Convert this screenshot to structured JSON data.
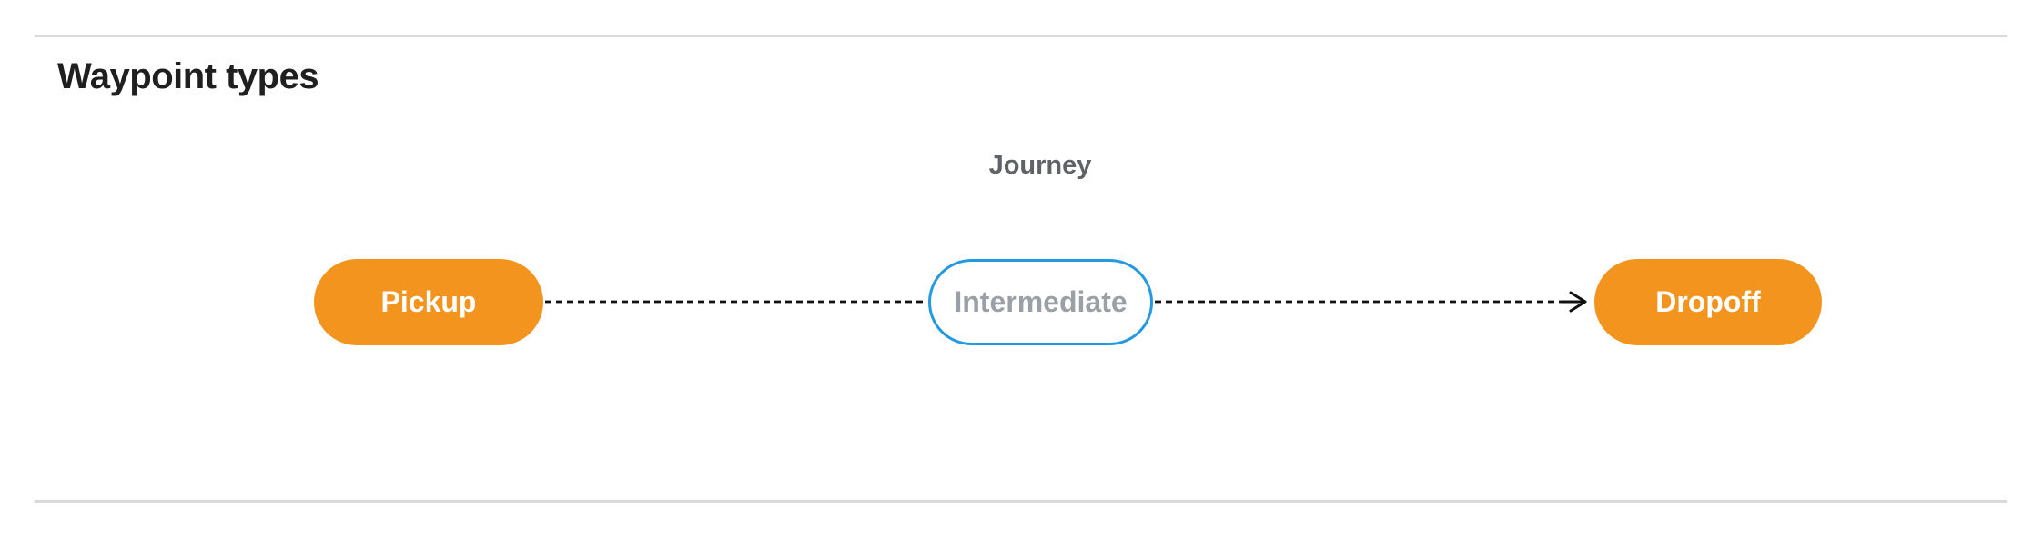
{
  "panel": {
    "title": "Waypoint types"
  },
  "diagram": {
    "group_label": "Journey",
    "nodes": [
      {
        "label": "Pickup",
        "style": "filled"
      },
      {
        "label": "Intermediate",
        "style": "outlined"
      },
      {
        "label": "Dropoff",
        "style": "filled"
      }
    ],
    "edges": [
      {
        "from": "Pickup",
        "to": "Intermediate",
        "line": "dashed",
        "arrowhead": false
      },
      {
        "from": "Intermediate",
        "to": "Dropoff",
        "line": "dashed",
        "arrowhead": true
      }
    ],
    "colors": {
      "node_fill_orange": "#F3941E",
      "node_text_white": "#FFFFFF",
      "intermediate_border_blue": "#2399DF",
      "intermediate_text_gray": "#9AA0A6",
      "group_label_gray": "#5F6368",
      "heading_text": "#1F1F1F",
      "divider_gray": "#D9D9D9",
      "connector_black": "#111111"
    }
  }
}
